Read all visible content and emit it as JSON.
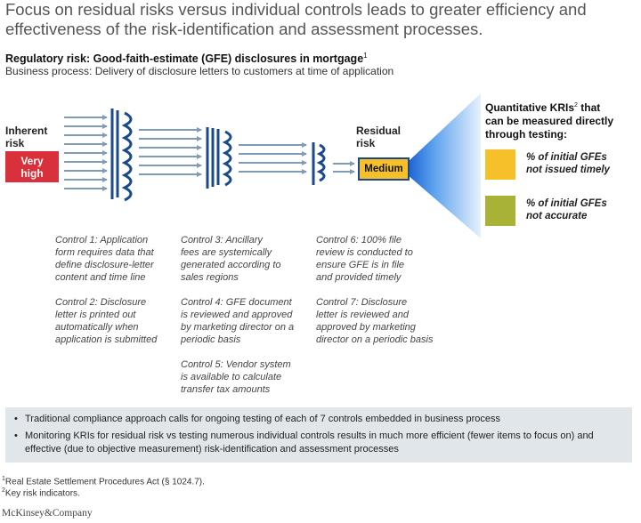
{
  "title": "Focus on residual risks versus individual controls leads to greater efficiency and effectiveness of the risk-identification and assessment processes.",
  "regulatory_risk": "Regulatory risk: Good-faith-estimate (GFE) disclosures in mortgage",
  "regulatory_risk_note": "1",
  "business_process": "Business process: Delivery of disclosure letters to customers at time of application",
  "inherent": {
    "label_line1": "Inherent",
    "label_line2": "risk",
    "level_line1": "Very",
    "level_line2": "high",
    "color": "#d8313b"
  },
  "residual": {
    "label_line1": "Residual",
    "label_line2": "risk",
    "level": "Medium",
    "color": "#f5c02a"
  },
  "kri": {
    "heading_line1": "Quantitative KRIs",
    "heading_note": "2",
    "heading_line1_end": " that",
    "heading_line2": "can be measured directly",
    "heading_line3": "through testing:",
    "items": [
      {
        "line1": "% of initial GFEs",
        "line2": "not issued timely",
        "color": "#f5c02a"
      },
      {
        "line1": "% of initial GFEs",
        "line2": "not accurate",
        "color": "#a8b236"
      }
    ]
  },
  "controls": {
    "col1": [
      [
        "Control 1: Application",
        "form requires data that",
        "define disclosure-letter",
        "content and time line"
      ],
      [
        "Control 2: Disclosure",
        "letter is printed out",
        "automatically when",
        "application is submitted"
      ]
    ],
    "col2": [
      [
        "Control 3: Ancillary",
        "fees are systemically",
        "generated according to",
        "sales regions"
      ],
      [
        "Control 4: GFE document",
        "is reviewed and approved",
        "by marketing director on a",
        "periodic basis"
      ],
      [
        "Control 5: Vendor system",
        "is available to calculate",
        "transfer tax amounts"
      ]
    ],
    "col3": [
      [
        "Control 6: 100% file",
        "review is conducted to",
        "ensure GFE is in file",
        "and provided timely"
      ],
      [
        "Control 7: Disclosure",
        "letter is reviewed and",
        "approved by marketing",
        "director on a periodic basis"
      ]
    ]
  },
  "notes": {
    "bullet": "•",
    "items": [
      "Traditional compliance approach calls for ongoing testing of each of 7 controls embedded in business process",
      "Monitoring KRIs for residual risk vs testing numerous individual controls results in much more efficient (fewer items to focus on) and effective (due to objective measurement) risk-identification and assessment processes"
    ]
  },
  "footnotes": [
    {
      "num": "1",
      "text": "Real Estate Settlement Procedures Act (§ 1024.7)."
    },
    {
      "num": "2",
      "text": "Key risk indicators."
    }
  ],
  "brand": "McKinsey&Company",
  "colors": {
    "arrow": "#7f9bb5",
    "filter": "#1a4a8c"
  }
}
